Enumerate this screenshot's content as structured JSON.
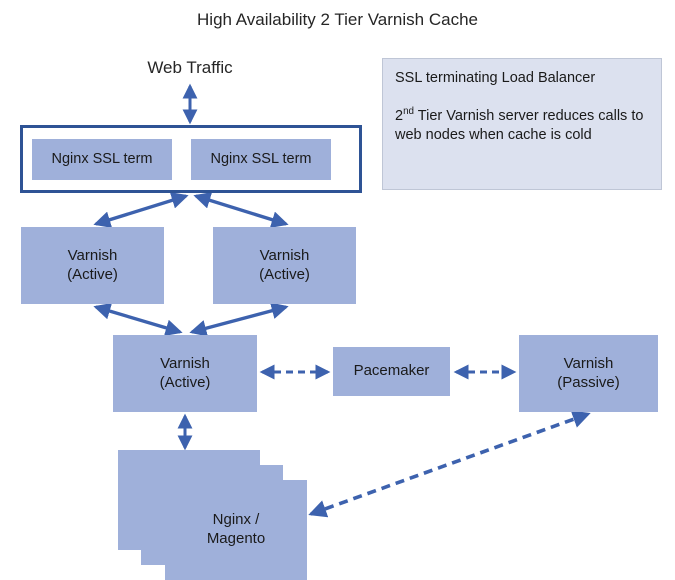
{
  "diagram": {
    "title": "High Availability 2 Tier Varnish Cache",
    "web_traffic_label": "Web Traffic",
    "colors": {
      "node_fill": "#9FB0DA",
      "container_border": "#2E5395",
      "arrow": "#3D62AE",
      "legend_fill": "#DCE1EF",
      "legend_border": "#BFC6D6",
      "text": "#1a1a1a",
      "background": "#ffffff"
    },
    "legend": {
      "line1": "SSL terminating Load Balancer",
      "line2_prefix": "2",
      "line2_sup": "nd",
      "line2_rest": " Tier Varnish server reduces calls to web nodes when cache is cold"
    },
    "nodes": {
      "nginx_ssl_1": "Nginx SSL term",
      "nginx_ssl_2": "Nginx SSL term",
      "varnish_active_1": "Varnish\n(Active)",
      "varnish_active_2": "Varnish\n(Active)",
      "varnish_active_3": "Varnish\n(Active)",
      "pacemaker": "Pacemaker",
      "varnish_passive": "Varnish\n(Passive)",
      "web_node": "Nginx /\nMagento"
    },
    "connections": [
      {
        "name": "web-traffic-to-ssl",
        "from": "Web Traffic",
        "to": "SSL container",
        "style": "solid",
        "heads": "both"
      },
      {
        "name": "ssl-to-varnish-active-1",
        "from": "SSL container",
        "to": "Varnish (Active)",
        "style": "solid",
        "heads": "both"
      },
      {
        "name": "ssl-to-varnish-active-2",
        "from": "SSL container",
        "to": "Varnish (Active)",
        "style": "solid",
        "heads": "both"
      },
      {
        "name": "varnish-active-1-to-varnish-active-3",
        "from": "Varnish (Active)",
        "to": "Varnish (Active)",
        "style": "solid",
        "heads": "both"
      },
      {
        "name": "varnish-active-2-to-varnish-active-3",
        "from": "Varnish (Active)",
        "to": "Varnish (Active)",
        "style": "solid",
        "heads": "both"
      },
      {
        "name": "varnish-active-3-to-pacemaker",
        "from": "Varnish (Active)",
        "to": "Pacemaker",
        "style": "dashed",
        "heads": "both"
      },
      {
        "name": "pacemaker-to-varnish-passive",
        "from": "Pacemaker",
        "to": "Varnish (Passive)",
        "style": "dashed",
        "heads": "both"
      },
      {
        "name": "varnish-active-3-to-web-nodes",
        "from": "Varnish (Active)",
        "to": "Nginx / Magento",
        "style": "solid",
        "heads": "both"
      },
      {
        "name": "varnish-passive-to-web-nodes",
        "from": "Varnish (Passive)",
        "to": "Nginx / Magento",
        "style": "dashed",
        "heads": "both"
      }
    ]
  }
}
